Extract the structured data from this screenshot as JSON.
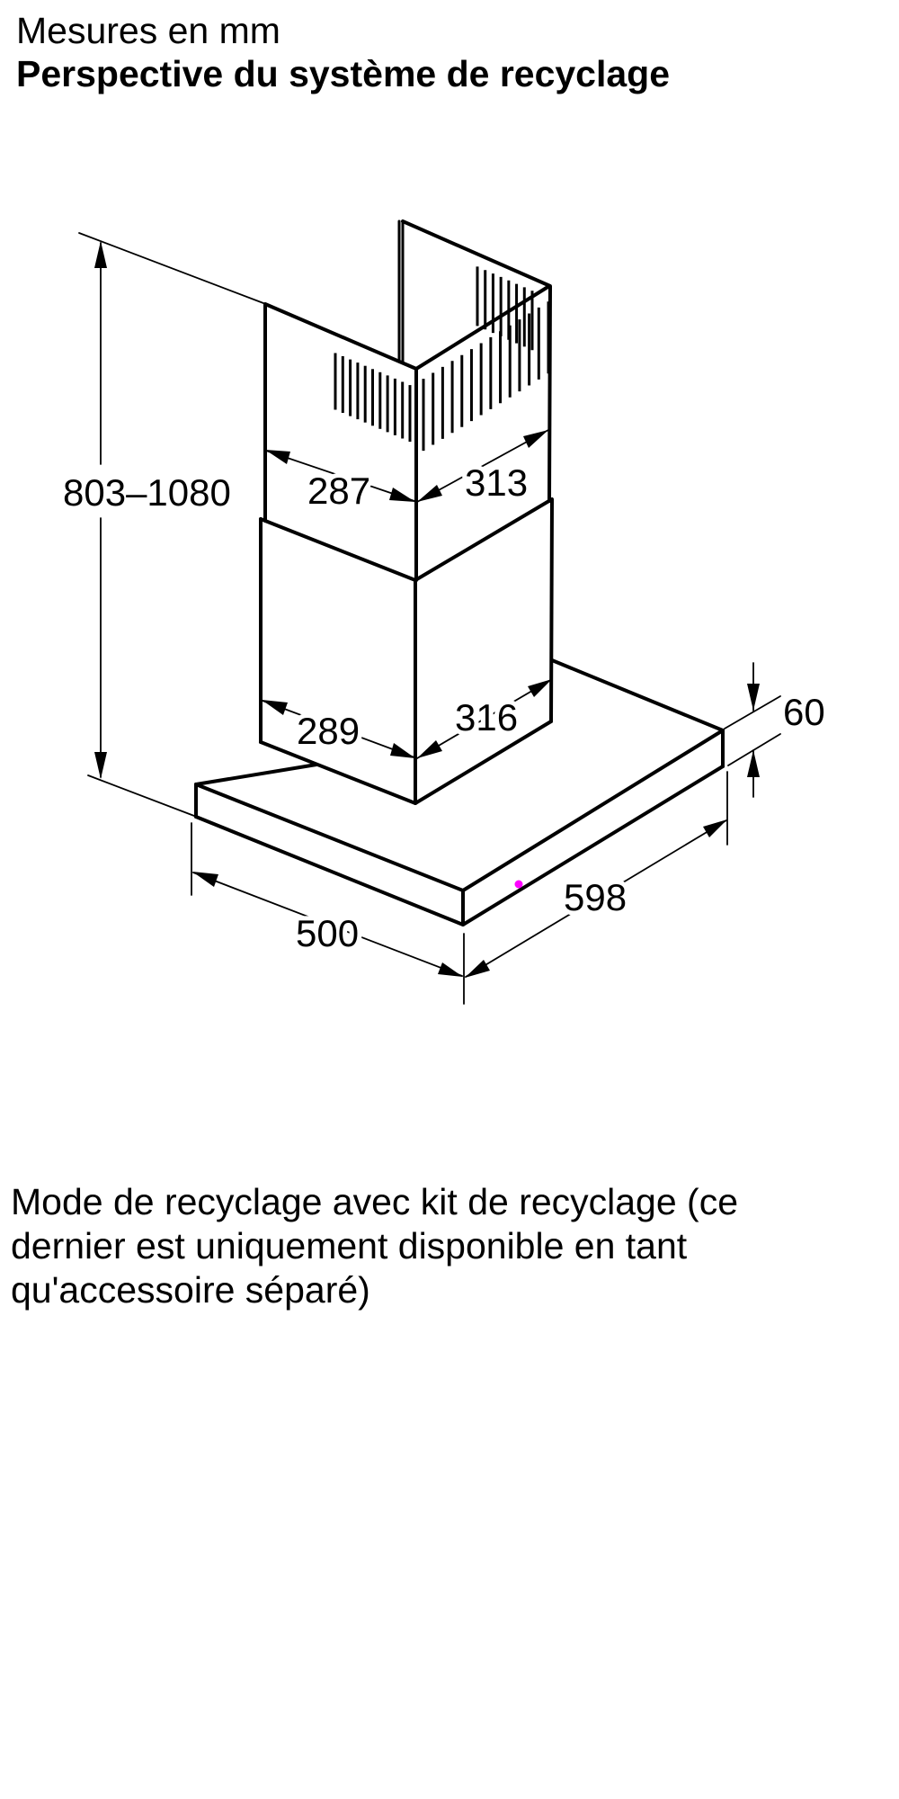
{
  "header": {
    "subtitle": "Mesures en mm",
    "title": "Perspective du système de recyclage"
  },
  "diagram": {
    "type": "hood-recirculation-perspective",
    "unit": "mm",
    "dimensions": {
      "height_range": "803–1080",
      "chimney_upper_front_width": "287",
      "chimney_upper_side_depth": "313",
      "chimney_lower_front_width": "289",
      "chimney_lower_side_depth": "316",
      "canopy_height": "60",
      "canopy_width": "598",
      "canopy_depth": "500"
    },
    "marker_color": "#ff00ff",
    "line_color": "#000000",
    "background_color": "#ffffff"
  },
  "caption": {
    "lines": [
      "Mode de recyclage avec kit de recyclage (ce",
      "dernier est uniquement disponible en tant",
      "qu'accessoire séparé)"
    ]
  }
}
